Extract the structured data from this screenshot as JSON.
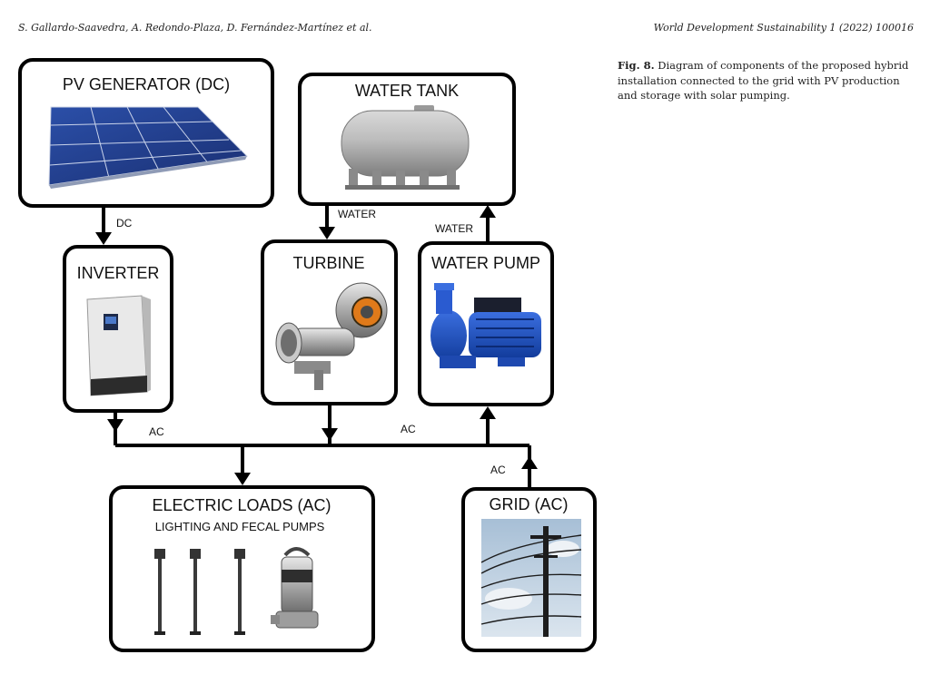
{
  "header": {
    "authors": "S. Gallardo-Saavedra, A. Redondo-Plaza, D. Fernández-Martínez et al.",
    "journal": "World Development Sustainability 1 (2022) 100016"
  },
  "caption": {
    "label": "Fig. 8.",
    "text": "Diagram of components of the proposed hybrid installation connected to the grid with PV production and storage with solar pumping."
  },
  "diagram": {
    "nodes": {
      "pv": "PV GENERATOR (DC)",
      "tank": "WATER TANK",
      "inverter": "INVERTER",
      "turbine": "TURBINE",
      "pump": "WATER PUMP",
      "loads": "ELECTRIC LOADS  (AC)",
      "loads_sub": "LIGHTING AND FECAL PUMPS",
      "grid": "GRID (AC)"
    },
    "edges": {
      "pv_inverter": "DC",
      "tank_turbine": "WATER",
      "pump_tank": "WATER",
      "inverter_bus": "AC",
      "bus_pump": "AC",
      "grid_bus": "AC"
    }
  }
}
